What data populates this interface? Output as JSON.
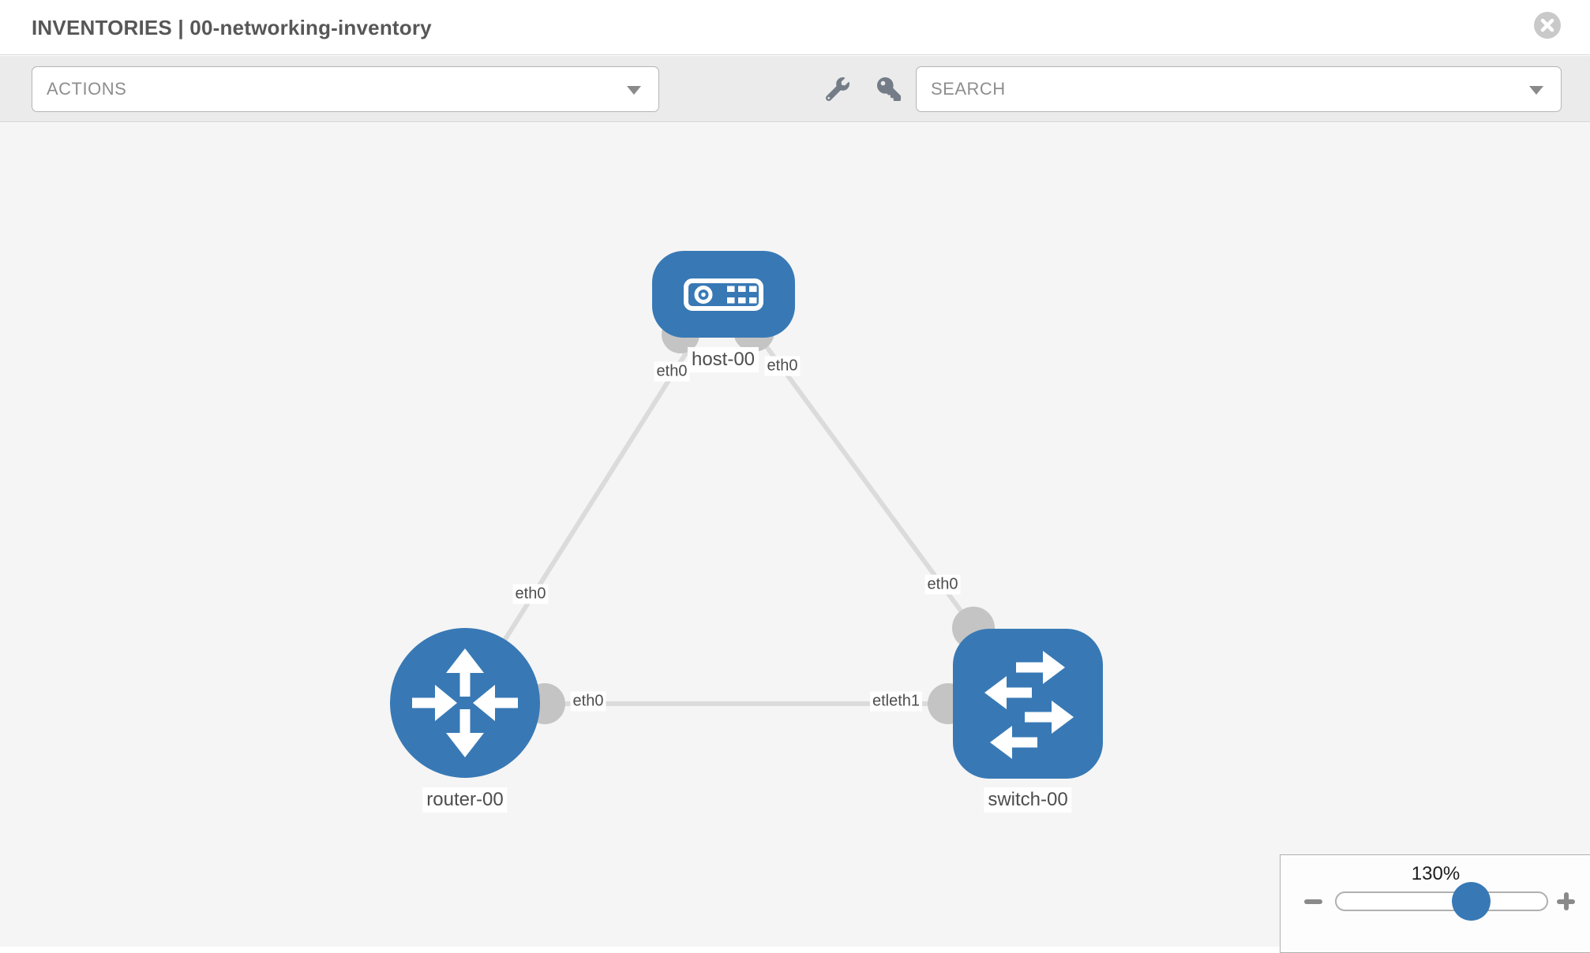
{
  "header": {
    "title": "INVENTORIES | 00-networking-inventory",
    "close_icon": "circle-x-icon"
  },
  "toolbar": {
    "actions_label": "ACTIONS",
    "search_placeholder": "SEARCH",
    "icons": [
      "wrench-icon",
      "key-icon"
    ],
    "caret_icon": "chevron-down-icon"
  },
  "topology": {
    "nodes": [
      {
        "label": "host-00",
        "type": "host",
        "shape": "rounded-rect",
        "color": "#3879b5"
      },
      {
        "label": "router-00",
        "type": "router",
        "shape": "circle",
        "color": "#3879b5"
      },
      {
        "label": "switch-00",
        "type": "switch",
        "shape": "rounded-square",
        "color": "#3879b5"
      }
    ],
    "links": [
      {
        "from": "router-00",
        "to": "host-00"
      },
      {
        "from": "host-00",
        "to": "switch-00"
      },
      {
        "from": "router-00",
        "to": "switch-00"
      }
    ],
    "interface_labels": [
      {
        "text": "eth0",
        "location": "host-left"
      },
      {
        "text": "eth0",
        "location": "host-right"
      },
      {
        "text": "eth0",
        "location": "router-uplink"
      },
      {
        "text": "eth0",
        "location": "switch-uplink"
      },
      {
        "text": "eth0",
        "location": "router-to-switch"
      },
      {
        "text": "etleth1",
        "location": "switch-to-router"
      }
    ],
    "colors": {
      "node_blue": "#3879b5",
      "link_gray": "#dbdbdb",
      "connector_gray": "#c4c4c4",
      "canvas_bg": "#f5f5f5"
    }
  },
  "zoom_panel": {
    "value": "130%",
    "slider_pct": 64,
    "minus_icon": "zoom-out-minus-icon",
    "plus_icon": "zoom-in-plus-icon",
    "handle_color": "#3879b5"
  }
}
